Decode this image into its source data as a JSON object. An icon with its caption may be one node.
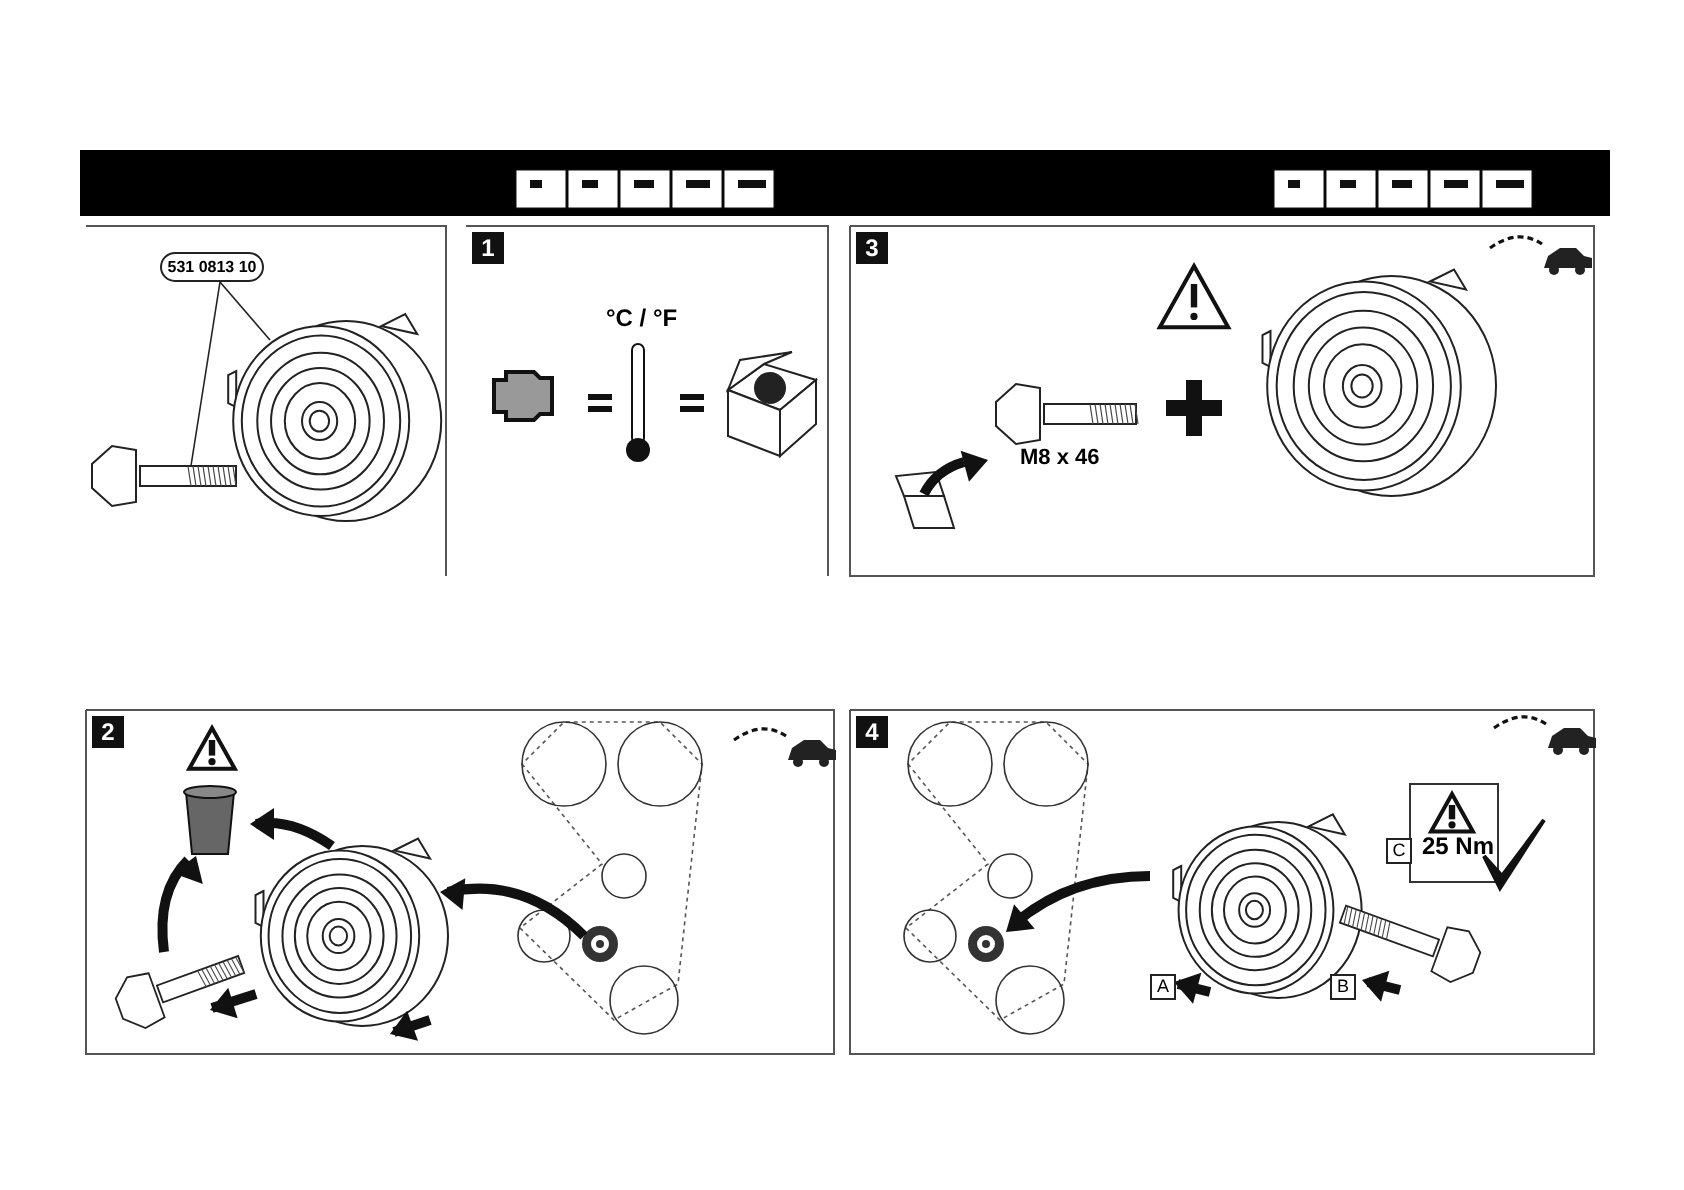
{
  "diagram": {
    "nodes": [
      {
        "text": [
          "531 0813 10"
        ]
      },
      {
        "text": [],
        "shape": "picture"
      },
      {
        "text": [],
        "shape": "picture"
      }
    ],
    "edges": [
      {
        "from": 0,
        "to": 1,
        "arrow": "none"
      },
      {
        "from": 0,
        "to": 2,
        "arrow": "none"
      }
    ],
    "labels": [
      "1",
      "°C / °F",
      "3",
      "M8 x 46",
      "2",
      "4",
      "C",
      "25 Nm",
      "A",
      "B"
    ]
  }
}
